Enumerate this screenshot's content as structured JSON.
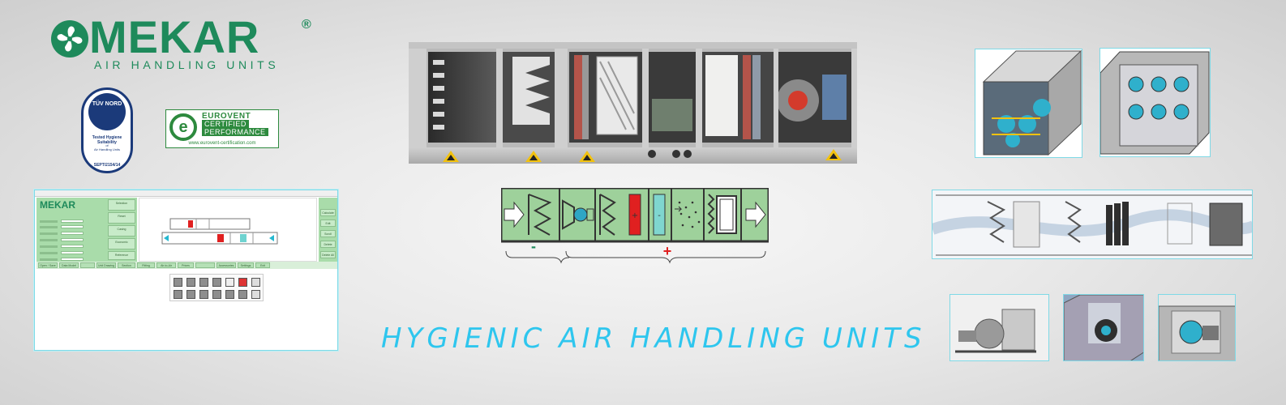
{
  "brand": {
    "name": "MEKAR",
    "registered": "®",
    "tagline": "AIR HANDLING UNITS",
    "color": "#1e8a5b"
  },
  "certifications": {
    "tuv": {
      "mark": "TÜV NORD",
      "title": "Tested Hygiene Suitability",
      "of": "of",
      "subject": "Air Handling Units",
      "cert_no": "SEPT/2154/14"
    },
    "eurovent": {
      "line1": "EUROVENT",
      "line2": "CERTIFIED",
      "line3": "PERFORMANCE",
      "site": "www.eurovent-certification.com",
      "color": "#2d8a3e"
    }
  },
  "software": {
    "logo": "MEKAR",
    "side_buttons": [
      "Selection",
      "Reset",
      "Casing",
      "Economic",
      "Reference"
    ],
    "right_buttons": [
      "Calculate",
      "Edit",
      "Scroll",
      "Delete",
      "Delete All"
    ],
    "tabs": [
      "Open / Save",
      "Data Model",
      "",
      "Unit Drawing",
      "Section",
      "Fitting",
      "Air-to-Air",
      "Prices",
      "",
      "Accessories",
      "Settings",
      "Exit"
    ]
  },
  "schematic": {
    "heating_marker": "+",
    "cooling_marker": "-",
    "minus_color": "#1e8a5b",
    "plus_color": "#e02020"
  },
  "headline": "HYGIENIC AIR HANDLING UNITS",
  "headline_color": "#2ec6ee",
  "icons": [
    "fan-logo-icon",
    "arrow-in-icon",
    "arrow-out-icon",
    "filter-icon",
    "fan-icon",
    "heating-coil-icon",
    "cooling-coil-icon",
    "humidifier-icon",
    "silencer-icon"
  ]
}
